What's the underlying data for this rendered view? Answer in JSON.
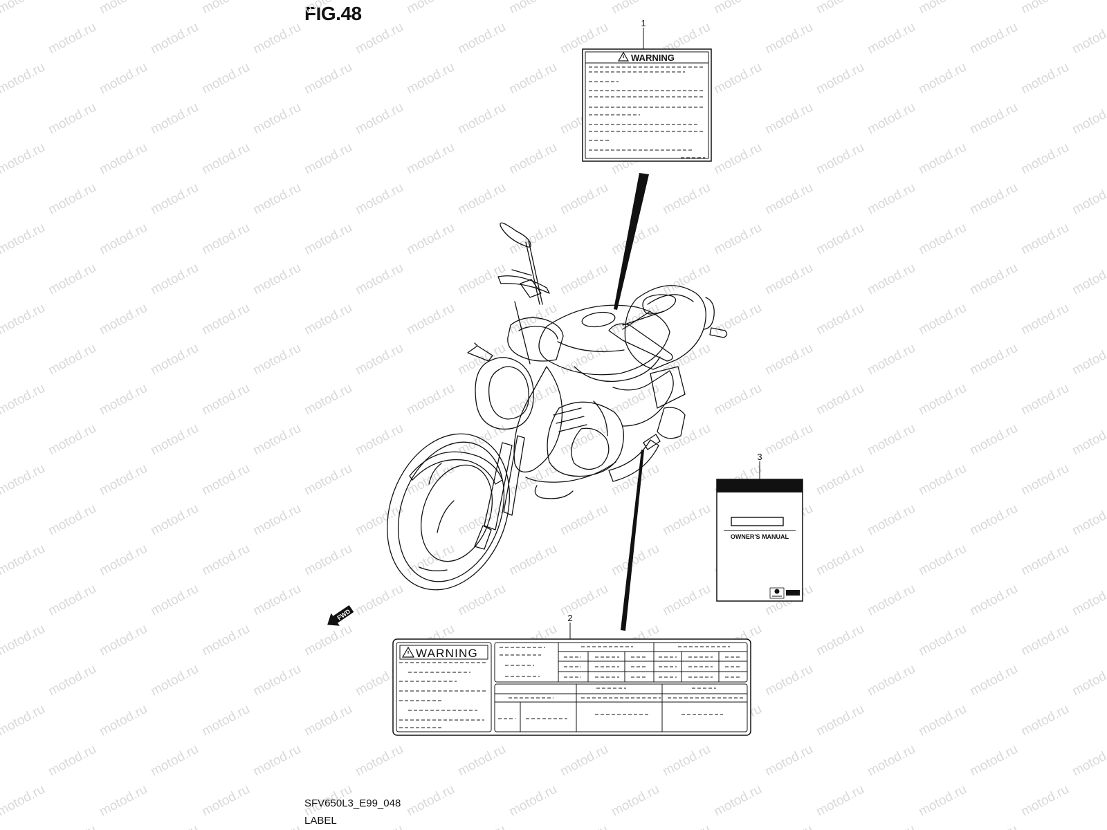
{
  "figure": {
    "title": "FIG.48",
    "code": "SFV650L3_E99_048",
    "name": "LABEL"
  },
  "watermark": {
    "text": "motod.ru",
    "color": "#d9d9d9"
  },
  "callouts": [
    {
      "number": "1"
    },
    {
      "number": "2"
    },
    {
      "number": "3"
    }
  ],
  "labels": {
    "warning_small": {
      "heading": "WARNING"
    },
    "warning_wide": {
      "heading": "WARNING"
    },
    "owners_manual": {
      "heading": "OWNER'S MANUAL"
    }
  },
  "direction_arrow": {
    "text": "FWD"
  },
  "icons": [
    "warning-triangle-icon",
    "fwd-arrow-icon",
    "suzuki-logo-icon",
    "motorcycle-illustration"
  ]
}
